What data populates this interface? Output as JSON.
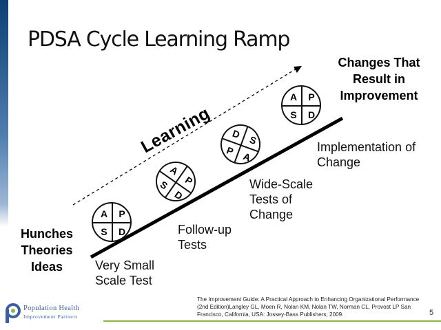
{
  "title": "PDSA Cycle Learning Ramp",
  "labels": {
    "hunches": "Hunches\nTheories\nIdeas",
    "changes": "Changes That\nResult in\nImprovement",
    "learning": "Learning",
    "very_small": "Very Small\nScale Test",
    "follow_up": "Follow-up\nTests",
    "wide_scale": "Wide-Scale\nTests of\nChange",
    "implementation": "Implementation of\nChange"
  },
  "cycles": [
    {
      "tl": "A",
      "tr": "P",
      "bl": "S",
      "br": "D"
    },
    {
      "tl": "A",
      "tr": "P",
      "bl": "S",
      "br": "D"
    },
    {
      "tl": "D",
      "tr": "S",
      "bl": "P",
      "br": "A"
    },
    {
      "tl": "A",
      "tr": "P",
      "bl": "S",
      "br": "D"
    }
  ],
  "citation": "The Improvement Guide: A Practical Approach to Enhancing Organizational Performance (2nd Edition)Langley GL, Moen R, Nolan KM, Nolan TW, Norman CL, Provost LP San Francisco, California, USA: Jossey-Bass Publishers; 2009.",
  "page_number": "5",
  "logo": {
    "line1": "Population Health",
    "line2": "Improvement Partners",
    "brand_blue": "#3c5fa0",
    "brand_green": "#8cb84a"
  },
  "colors": {
    "ramp": "#000000",
    "accent_bar": "#0d3f75"
  }
}
